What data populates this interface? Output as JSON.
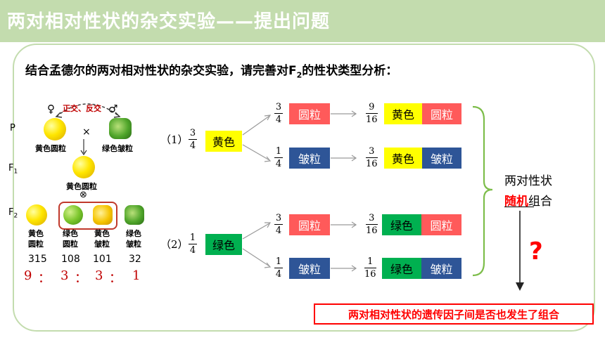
{
  "header": {
    "title": "两对相对性状的杂交实验——提出问题"
  },
  "subtitle": {
    "prefix": "结合孟德尔的两对相对性状的杂交实验，请完善对F",
    "sub": "2",
    "suffix": "的性状类型分析："
  },
  "cross": {
    "female_symbol": "♀",
    "male_symbol": "♂",
    "arc_label": "正交、反交",
    "generations": {
      "p": "P",
      "f1": "F",
      "f1_sub": "1",
      "f2": "F",
      "f2_sub": "2"
    },
    "times": "×",
    "selfing": "⊗",
    "p_left": "黄色圆粒",
    "p_right": "绿色皱粒",
    "f1_label": "黄色圆粒",
    "f2_types": [
      {
        "line1": "黄色",
        "line2": "圆粒",
        "count": "315"
      },
      {
        "line1": "绿色",
        "line2": "圆粒",
        "count": "108"
      },
      {
        "line1": "黄色",
        "line2": "皱粒",
        "count": "101"
      },
      {
        "line1": "绿色",
        "line2": "皱粒",
        "count": "32"
      }
    ],
    "ratio": [
      "9",
      "：",
      "3",
      "：",
      "3",
      "：",
      "1"
    ]
  },
  "analysis": {
    "row1": {
      "number": "（1）",
      "num": "3",
      "den": "4",
      "color": "黄色",
      "branches": [
        {
          "num": "3",
          "den": "4",
          "shape": "圆粒",
          "res_num": "9",
          "res_den": "16",
          "res_color": "黄色",
          "res_shape": "圆粒"
        },
        {
          "num": "1",
          "den": "4",
          "shape": "皱粒",
          "res_num": "3",
          "res_den": "16",
          "res_color": "黄色",
          "res_shape": "皱粒"
        }
      ]
    },
    "row2": {
      "number": "（2）",
      "num": "1",
      "den": "4",
      "color": "绿色",
      "branches": [
        {
          "num": "3",
          "den": "4",
          "shape": "圆粒",
          "res_num": "3",
          "res_den": "16",
          "res_color": "绿色",
          "res_shape": "圆粒"
        },
        {
          "num": "1",
          "den": "4",
          "shape": "皱粒",
          "res_num": "1",
          "res_den": "16",
          "res_color": "绿色",
          "res_shape": "皱粒"
        }
      ]
    }
  },
  "side": {
    "line1": "两对性状",
    "highlight": "随机",
    "rest": "组合",
    "question": "?"
  },
  "conclusion": "两对相对性状的遗传因子间是否也发生了组合",
  "colors": {
    "title_bar": "#c3dcae",
    "yellow": "#ffff00",
    "green": "#00b050",
    "red": "#ff5a5a",
    "blue": "#2e5597",
    "accent": "#ff0000"
  }
}
